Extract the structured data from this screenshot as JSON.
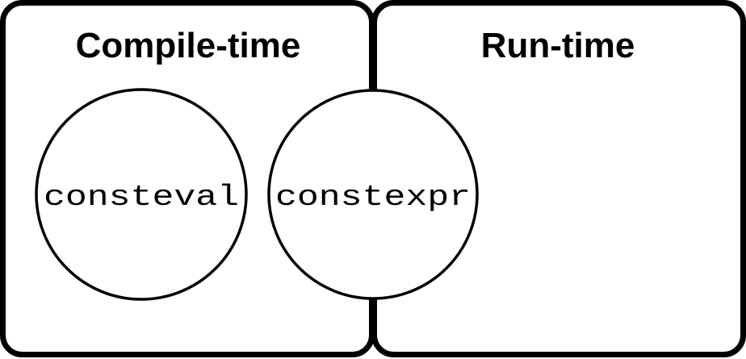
{
  "panels": {
    "compile_time": {
      "title": "Compile-time"
    },
    "run_time": {
      "title": "Run-time"
    }
  },
  "circles": {
    "consteval": {
      "label": "consteval"
    },
    "constexpr": {
      "label": "constexpr"
    }
  },
  "colors": {
    "stroke": "#000000",
    "background": "#ffffff"
  }
}
